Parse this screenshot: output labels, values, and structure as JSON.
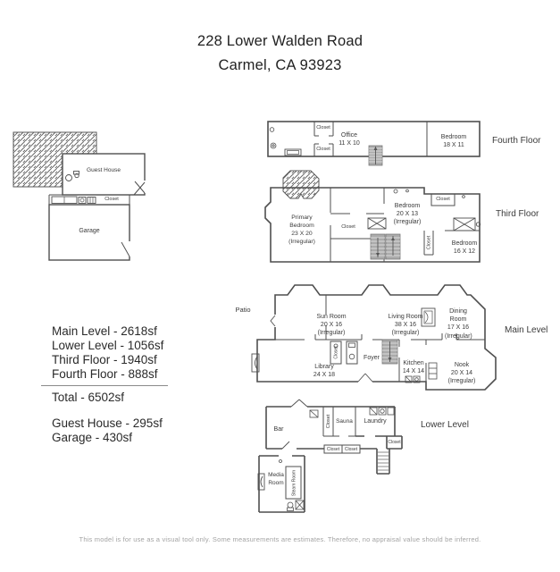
{
  "title": {
    "address": "228 Lower Walden Road",
    "city": "Carmel, CA 93923"
  },
  "summary": {
    "main_level": "Main Level - 2618sf",
    "lower_level": "Lower Level - 1056sf",
    "third_floor": "Third Floor - 1940sf",
    "fourth_floor": "Fourth Floor - 888sf",
    "total": "Total - 6502sf",
    "guest_house": "Guest House - 295sf",
    "garage": "Garage - 430sf"
  },
  "guest_building": {
    "guest_house": "Guest House",
    "closet": "Closet",
    "garage": "Garage"
  },
  "fourth_floor": {
    "label": "Fourth Floor",
    "closet_top": "Closet",
    "closet_bottom": "Closet",
    "office": {
      "name": "Office",
      "dims": "11 X 10"
    },
    "bedroom": {
      "name": "Bedroom",
      "dims": "18 X 11"
    }
  },
  "third_floor": {
    "label": "Third Floor",
    "primary_bedroom": {
      "name": "Primary Bedroom",
      "dims": "23 X 20",
      "note": "(Irregular)"
    },
    "closet_primary": "Closet",
    "bedroom_a": {
      "name": "Bedroom",
      "dims": "20 X 13",
      "note": "(Irregular)"
    },
    "closet_top_right": "Closet",
    "closet_vertical": "Closet",
    "bedroom_b": {
      "name": "Bedroom",
      "dims": "16 X 12"
    }
  },
  "main_level": {
    "label": "Main Level",
    "patio": "Patio",
    "sun_room": {
      "name": "Sun Room",
      "dims": "20 X 16",
      "note": "(Irregular)"
    },
    "living_room": {
      "name": "Living Room",
      "dims": "38 X 16",
      "note": "(Irregular)"
    },
    "dining_room": {
      "name": "Dining Room",
      "dims": "17 X 16",
      "note": "(Irregular)"
    },
    "library": {
      "name": "Library",
      "dims": "24 X 18"
    },
    "foyer": "Foyer",
    "kitchen": {
      "name": "Kitchen",
      "dims": "14 X 14"
    },
    "nook": {
      "name": "Nook",
      "dims": "20 X 14",
      "note": "(Irregular)"
    },
    "closet_vertical": "Closet"
  },
  "lower_level": {
    "label": "Lower Level",
    "bar": "Bar",
    "closet_vertical": "Closet",
    "sauna": "Sauna",
    "laundry": "Laundry",
    "closet_right": "Closet",
    "closet_hall_1": "Closet",
    "closet_hall_2": "Closet",
    "media_room": "Media Room",
    "steam_room": "Steam Room"
  },
  "disclaimer": "This model is for use as a visual tool only. Some measurements are estimates. Therefore, no appraisal value should be inferred."
}
